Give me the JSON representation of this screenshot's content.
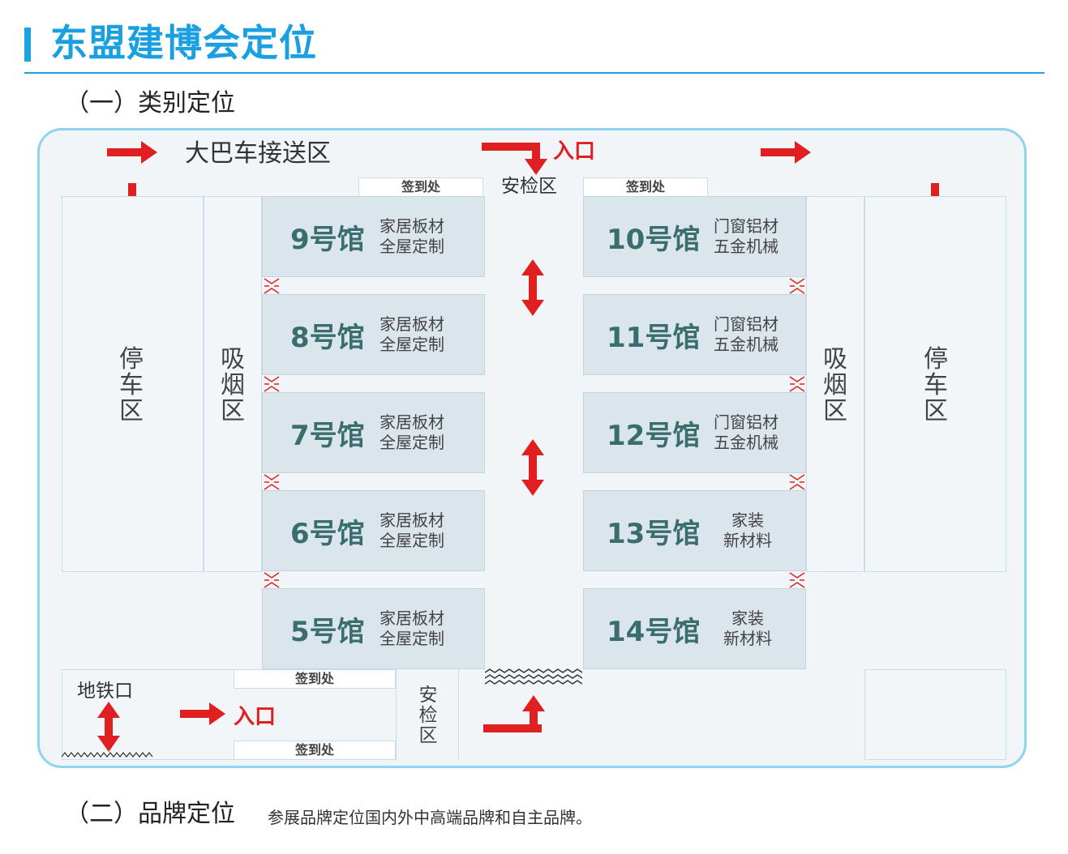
{
  "header": {
    "title": "东盟建博会定位",
    "section1": "（一）类别定位",
    "section2": "（二）品牌定位",
    "section2_desc": "参展品牌定位国内外中高端品牌和自主品牌。"
  },
  "map": {
    "bus_area": "大巴车接送区",
    "entrance": "入口",
    "security": "安检区",
    "checkin": "签到处",
    "parking": "停车区",
    "smoking": "吸烟区",
    "metro": "地铁口",
    "halls_left": [
      {
        "num": "9号馆",
        "cat1": "家居板材",
        "cat2": "全屋定制"
      },
      {
        "num": "8号馆",
        "cat1": "家居板材",
        "cat2": "全屋定制"
      },
      {
        "num": "7号馆",
        "cat1": "家居板材",
        "cat2": "全屋定制"
      },
      {
        "num": "6号馆",
        "cat1": "家居板材",
        "cat2": "全屋定制"
      },
      {
        "num": "5号馆",
        "cat1": "家居板材",
        "cat2": "全屋定制"
      }
    ],
    "halls_right": [
      {
        "num": "10号馆",
        "cat1": "门窗铝材",
        "cat2": "五金机械"
      },
      {
        "num": "11号馆",
        "cat1": "门窗铝材",
        "cat2": "五金机械"
      },
      {
        "num": "12号馆",
        "cat1": "门窗铝材",
        "cat2": "五金机械"
      },
      {
        "num": "13号馆",
        "cat1": "家装",
        "cat2": "新材料"
      },
      {
        "num": "14号馆",
        "cat1": "家装",
        "cat2": "新材料"
      }
    ]
  },
  "colors": {
    "accent_blue": "#1a9fe0",
    "arrow_red": "#e02020",
    "hall_fill": "#dbe5ec",
    "hall_text": "#3a6e6e"
  }
}
